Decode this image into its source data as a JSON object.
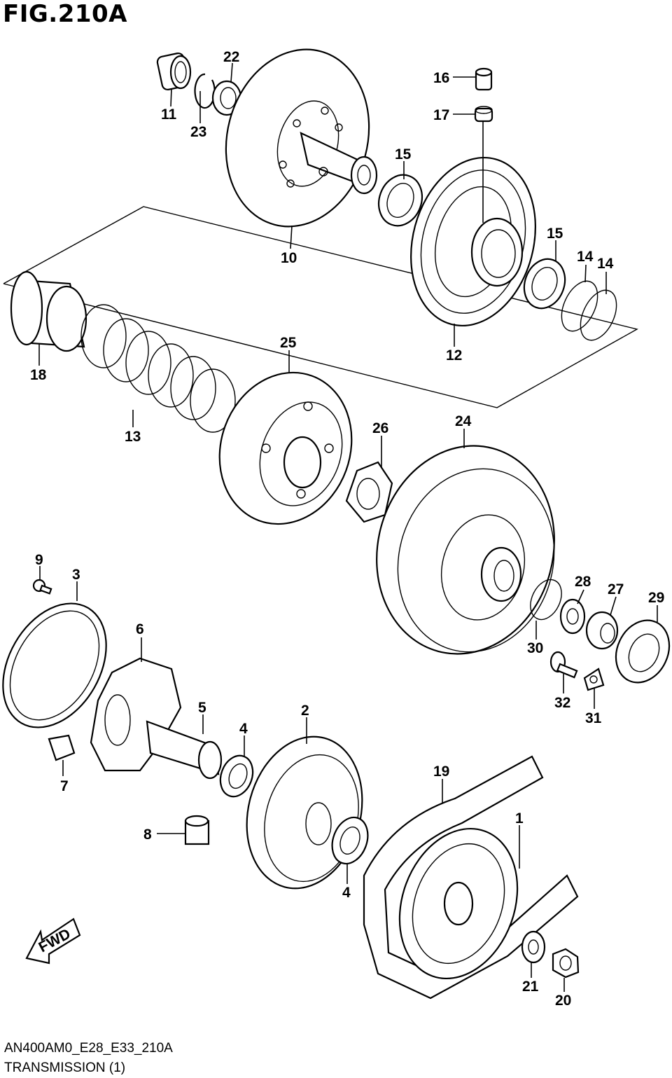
{
  "figure": {
    "title": "FIG.210A",
    "code": "AN400AM0_E28_E33_210A",
    "name": "TRANSMISSION (1)",
    "fwd_label": "FWD"
  },
  "callouts": [
    {
      "id": "c1",
      "text": "1"
    },
    {
      "id": "c2",
      "text": "2"
    },
    {
      "id": "c3",
      "text": "3"
    },
    {
      "id": "c4a",
      "text": "4"
    },
    {
      "id": "c4b",
      "text": "4"
    },
    {
      "id": "c5",
      "text": "5"
    },
    {
      "id": "c6",
      "text": "6"
    },
    {
      "id": "c7",
      "text": "7"
    },
    {
      "id": "c8",
      "text": "8"
    },
    {
      "id": "c9",
      "text": "9"
    },
    {
      "id": "c10",
      "text": "10"
    },
    {
      "id": "c11",
      "text": "11"
    },
    {
      "id": "c12",
      "text": "12"
    },
    {
      "id": "c13",
      "text": "13"
    },
    {
      "id": "c14a",
      "text": "14"
    },
    {
      "id": "c14b",
      "text": "14"
    },
    {
      "id": "c15a",
      "text": "15"
    },
    {
      "id": "c15b",
      "text": "15"
    },
    {
      "id": "c16",
      "text": "16"
    },
    {
      "id": "c17",
      "text": "17"
    },
    {
      "id": "c18",
      "text": "18"
    },
    {
      "id": "c19",
      "text": "19"
    },
    {
      "id": "c20",
      "text": "20"
    },
    {
      "id": "c21",
      "text": "21"
    },
    {
      "id": "c22",
      "text": "22"
    },
    {
      "id": "c23",
      "text": "23"
    },
    {
      "id": "c24",
      "text": "24"
    },
    {
      "id": "c25",
      "text": "25"
    },
    {
      "id": "c26",
      "text": "26"
    },
    {
      "id": "c27",
      "text": "27"
    },
    {
      "id": "c28",
      "text": "28"
    },
    {
      "id": "c29",
      "text": "29"
    },
    {
      "id": "c30",
      "text": "30"
    },
    {
      "id": "c31",
      "text": "31"
    },
    {
      "id": "c32",
      "text": "32"
    }
  ]
}
